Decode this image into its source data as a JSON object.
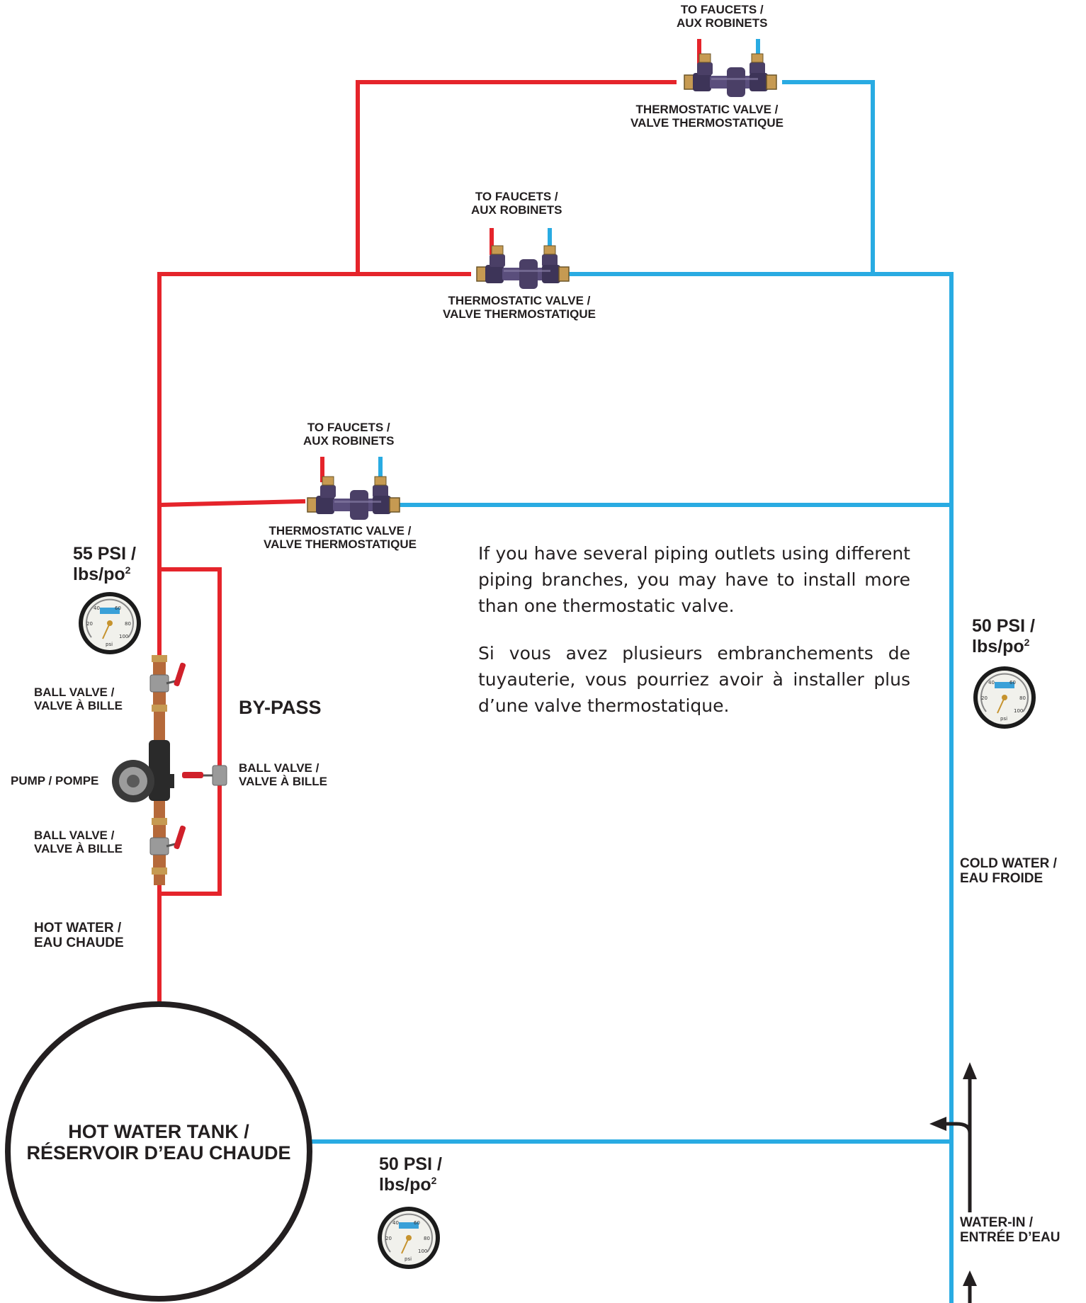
{
  "faucet_label_line1": "TO FAUCETS /",
  "faucet_label_line2": "AUX ROBINETS",
  "thermo_label_line1": "THERMOSTATIC VALVE /",
  "thermo_label_line2": "VALVE THERMOSTATIQUE",
  "pressure_high": {
    "value": "55 PSI /",
    "unit": "lbs/po",
    "exp": "2"
  },
  "pressure_low": {
    "value": "50 PSI /",
    "unit": "lbs/po",
    "exp": "2"
  },
  "ball_valve_line1": "BALL VALVE /",
  "ball_valve_line2": "VALVE À BILLE",
  "pump_label": "PUMP / POMPE",
  "bypass_label": "BY-PASS",
  "hot_water_line1": "HOT WATER /",
  "hot_water_line2": "EAU CHAUDE",
  "cold_water_line1": "COLD WATER /",
  "cold_water_line2": "EAU FROIDE",
  "water_in_line1": "WATER-IN /",
  "water_in_line2": "ENTRÉE D’EAU",
  "tank_line1": "HOT WATER TANK /",
  "tank_line2": "RÉSERVOIR D’EAU CHAUDE",
  "paragraph_en": "If you have several piping outlets using different piping branches, you may have to install more than one thermostatic valve.",
  "paragraph_fr": "Si vous avez plusieurs embranchements  de tuyauterie, vous pourriez avoir à installer plus d’une valve thermostatique.",
  "gauge_ticks": [
    "20",
    "40",
    "60",
    "80",
    "100"
  ],
  "gauge_unit": "psi",
  "colors": {
    "hot": "#e5242b",
    "cold": "#29abe2",
    "ink": "#231f20",
    "valve": "#4a3f66",
    "brass": "#c69a52",
    "copper": "#b5693a"
  }
}
